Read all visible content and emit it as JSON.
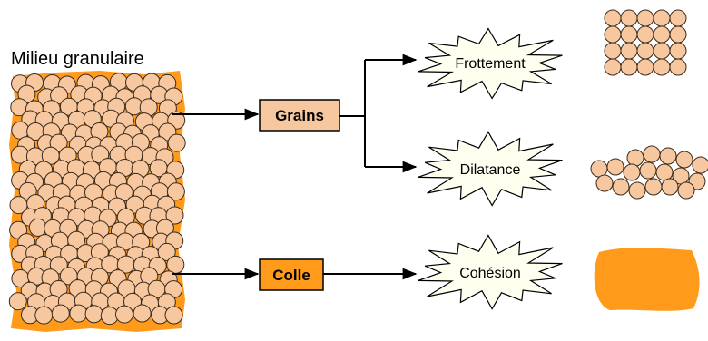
{
  "title": "Milieu granulaire",
  "boxes": {
    "grains": "Grains",
    "colle": "Colle"
  },
  "bursts": {
    "frottement": "Frottement",
    "dilatance": "Dilatance",
    "cohesion": "Cohésion"
  },
  "colors": {
    "grain_fill": "#F7C8A0",
    "grain_stroke": "#3A2A1A",
    "glue_fill": "#FF9A1A",
    "grains_box_fill": "#F7C8A0",
    "colle_box_fill": "#FF9A1A",
    "burst_fill": "#FFFFF0",
    "line": "#000000"
  }
}
